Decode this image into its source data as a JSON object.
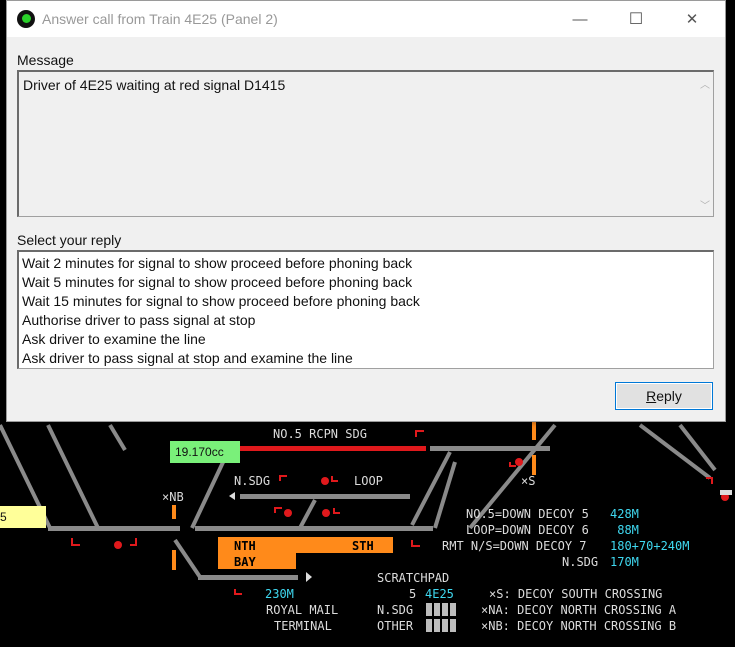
{
  "window": {
    "title": "Answer call from Train 4E25 (Panel 2)",
    "minimize": "—",
    "maximize": "☐",
    "close": "✕"
  },
  "message": {
    "label": "Message",
    "text": "Driver of 4E25 waiting at red signal D1415"
  },
  "reply": {
    "label": "Select your reply",
    "options": [
      "Wait 2 minutes for signal to show proceed before phoning back",
      "Wait 5 minutes for signal to show proceed before phoning back",
      "Wait 15 minutes for signal to show proceed before phoning back",
      "Authorise driver to pass signal at stop",
      "Ask driver to examine the line",
      "Ask driver to pass signal at stop and examine the line"
    ],
    "button_prefix": "R",
    "button_rest": "eply"
  },
  "panel": {
    "timer": "19.170cc",
    "left_edge_tag": "5",
    "no5_rcpn_sdg": "NO.5 RCPN SDG",
    "xnb_top": "×NB",
    "n_sdg_label": "N.SDG",
    "loop_label": "LOOP",
    "xs_label": "×S",
    "nth_bay_line1": "NTH",
    "nth_bay_line2": "BAY",
    "sth_label": "STH",
    "length_230": "230M",
    "royal_mail_1": "ROYAL MAIL",
    "royal_mail_2": "TERMINAL",
    "scratchpad_title": "SCRATCHPAD",
    "scratchpad_row1_num": "5",
    "scratchpad_row1_val": "4E25",
    "scratchpad_row2_label": "N.SDG",
    "scratchpad_row3_label": "OTHER",
    "decoy_rows": [
      {
        "label": "NO.5=DOWN DECOY 5",
        "value": "428M"
      },
      {
        "label": "LOOP=DOWN DECOY 6",
        "value": " 88M"
      },
      {
        "label": "RMT N/S=DOWN DECOY 7",
        "value": "180+70+240M"
      },
      {
        "label": "N.SDG",
        "value": "170M"
      }
    ],
    "crossings": [
      "×S: DECOY SOUTH CROSSING",
      "×NA: DECOY NORTH CROSSING A",
      "×NB: DECOY NORTH CROSSING B"
    ]
  },
  "colors": {
    "track": "#8a8a8a",
    "occupied": "#e0191c",
    "platform": "#ff8a1a",
    "timer_bg": "#7af07a",
    "cyan_text": "#3fd8f0",
    "yellow_tag": "#ffff99"
  }
}
